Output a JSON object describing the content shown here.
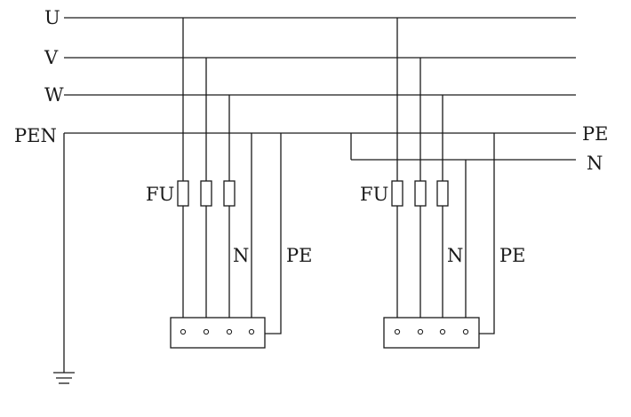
{
  "labels": {
    "phase_u": "U",
    "phase_v": "V",
    "phase_w": "W",
    "pen": "PEN",
    "pe_right": "PE",
    "n_right": "N",
    "fuse_left": "FU",
    "n_left": "N",
    "pe_left": "PE",
    "fuse_right": "FU",
    "n_right_unit": "N",
    "pe_right_unit": "PE"
  },
  "colors": {
    "line": "#1a1a1a",
    "background": "#ffffff"
  },
  "icons": {
    "ground": "ground-symbol-icon",
    "fuse": "fuse-icon",
    "terminal": "terminal-dot-icon"
  }
}
